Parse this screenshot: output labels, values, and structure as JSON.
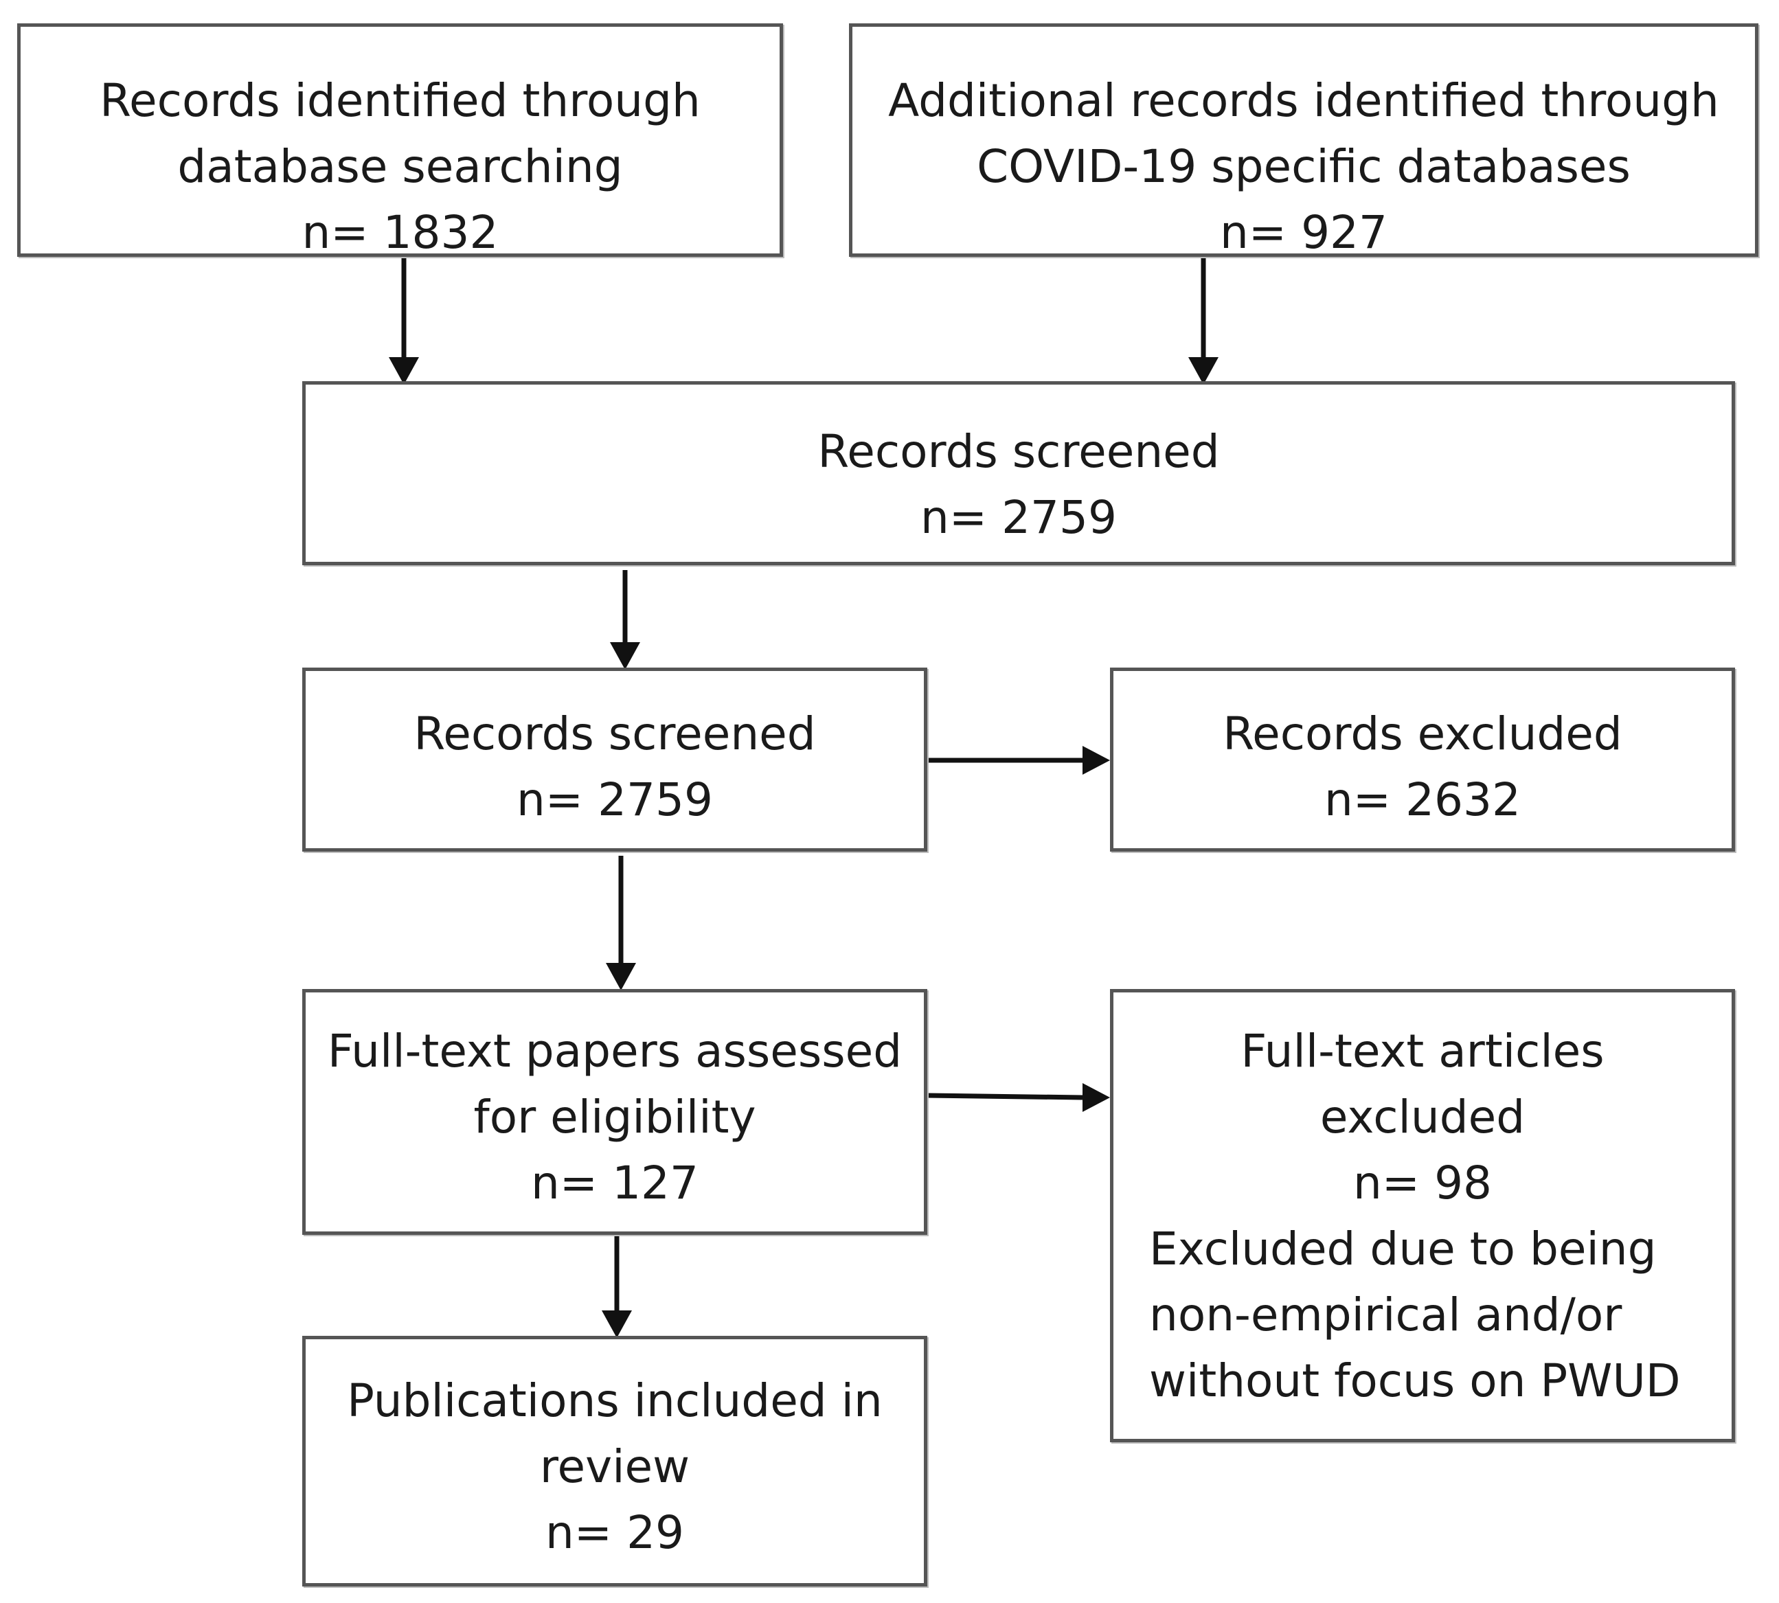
{
  "boxes": {
    "database_search": {
      "line1": "Records identified through",
      "line2": "database searching",
      "count": "n= 1832"
    },
    "covid_databases": {
      "line1": "Additional records identified through",
      "line2": "COVID-19 specific databases",
      "count": "n= 927"
    },
    "records_screened_merged": {
      "line1": "Records screened",
      "count": "n= 2759"
    },
    "records_screened": {
      "line1": "Records screened",
      "count": "n= 2759"
    },
    "records_excluded": {
      "line1": "Records excluded",
      "count": "n= 2632"
    },
    "fulltext_assessed": {
      "line1": "Full-text papers assessed",
      "line2": "for eligibility",
      "count": "n= 127"
    },
    "fulltext_excluded": {
      "line1": "Full-text articles",
      "line2": "excluded",
      "count": "n= 98",
      "reason1": "Excluded due to being",
      "reason2": "non-empirical and/or",
      "reason3": "without focus on PWUD"
    },
    "included": {
      "line1": "Publications included in",
      "line2": "review",
      "count": "n= 29"
    }
  }
}
